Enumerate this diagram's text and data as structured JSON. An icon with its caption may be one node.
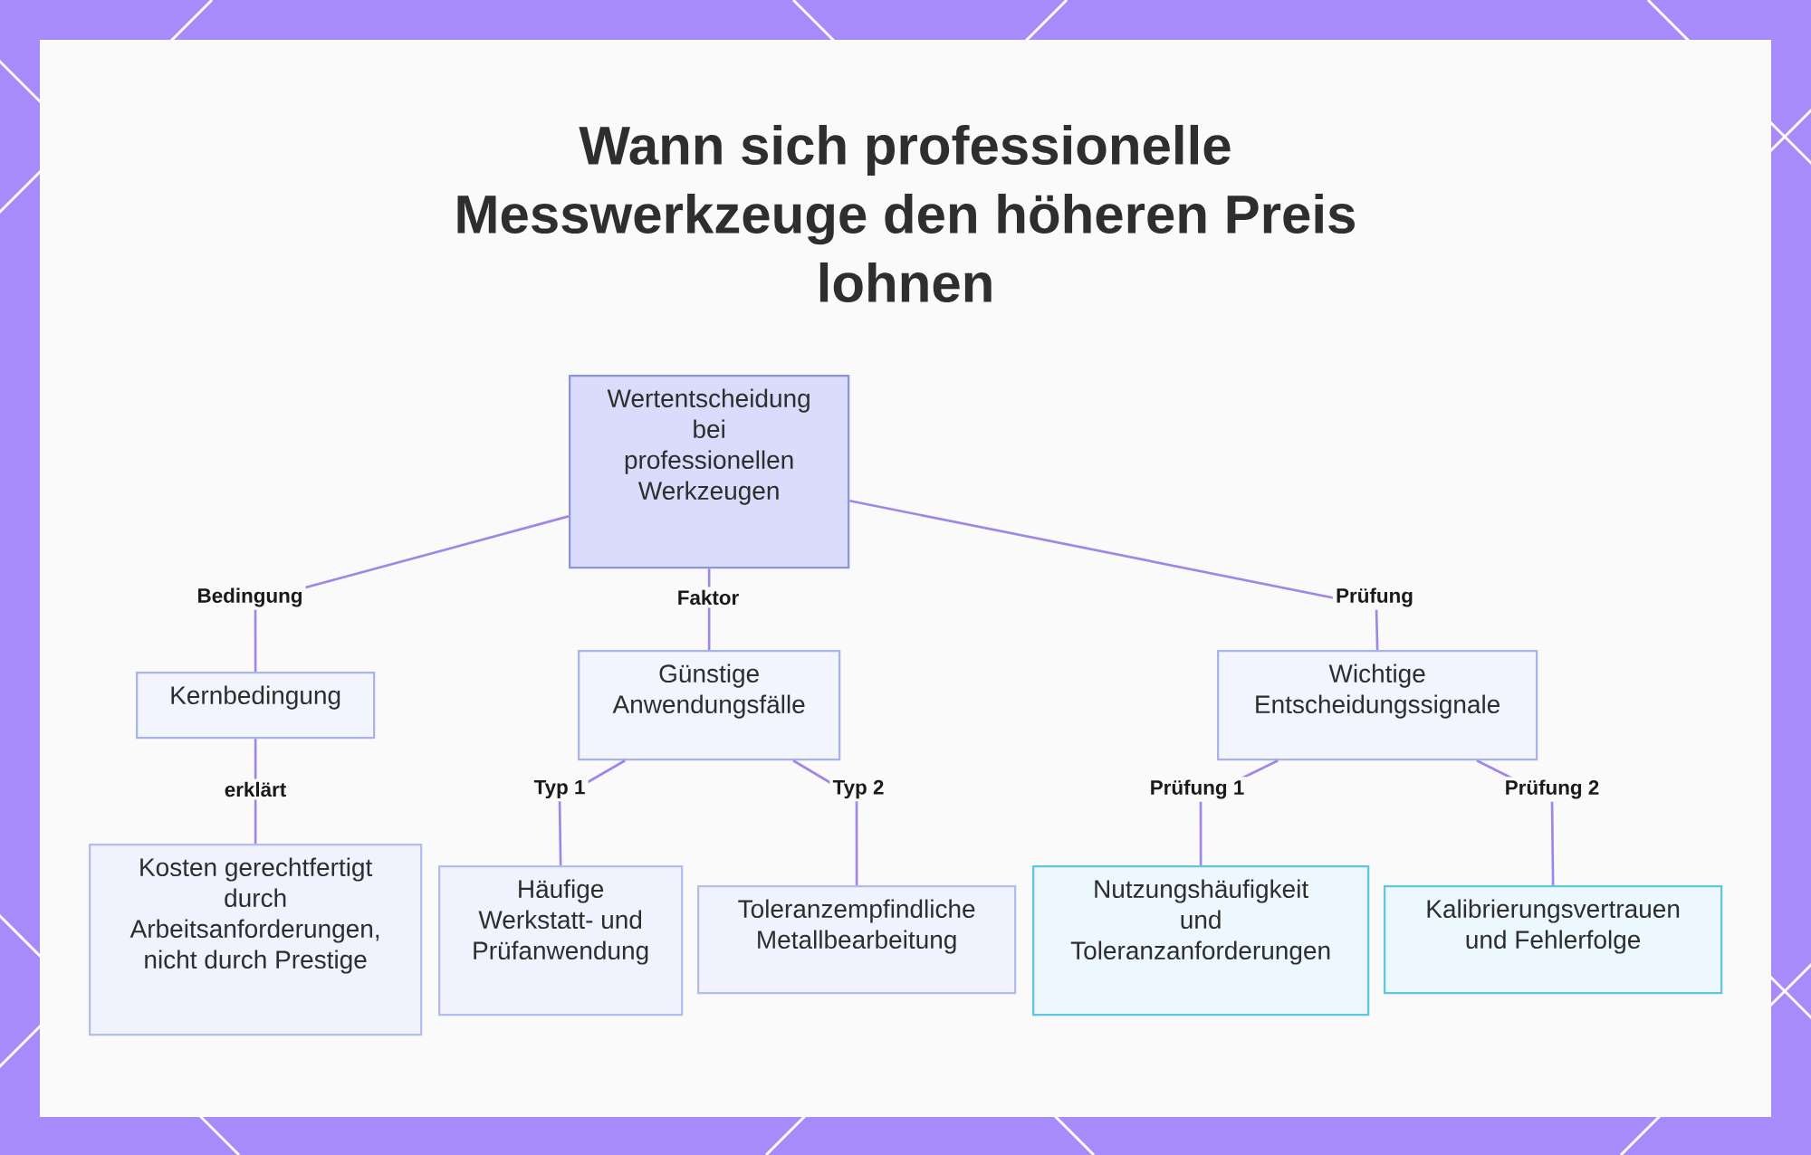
{
  "diagram": {
    "title": "Wann sich professionelle Messwerkzeuge den höheren Preis lohnen",
    "nodes": [
      {
        "text": [
          "Wertentscheidung bei professionellen Werkzeugen"
        ]
      },
      {
        "text": [
          "Kernbedingung"
        ]
      },
      {
        "text": [
          "Günstige Anwendungsfälle"
        ]
      },
      {
        "text": [
          "Wichtige Entscheidungssignale"
        ]
      },
      {
        "text": [
          "Kosten gerechtfertigt durch Arbeitsanforderungen, nicht durch Prestige"
        ]
      },
      {
        "text": [
          "Häufige Werkstatt- und Prüfanwendung"
        ]
      },
      {
        "text": [
          "Toleranzempfindliche Metallbearbeitung"
        ]
      },
      {
        "text": [
          "Nutzungshäufigkeit und Toleranzanforderungen"
        ]
      },
      {
        "text": [
          "Kalibrierungsvertrauen und Fehlerfolge"
        ]
      }
    ],
    "edges": [
      {
        "from": 0,
        "to": 1,
        "arrow": "none",
        "label": "Bedingung"
      },
      {
        "from": 0,
        "to": 2,
        "arrow": "none",
        "label": "Faktor"
      },
      {
        "from": 0,
        "to": 3,
        "arrow": "none",
        "label": "Prüfung"
      },
      {
        "from": 1,
        "to": 4,
        "arrow": "none",
        "label": "erklärt"
      },
      {
        "from": 2,
        "to": 5,
        "arrow": "none",
        "label": "Typ 1"
      },
      {
        "from": 2,
        "to": 6,
        "arrow": "none",
        "label": "Typ 2"
      },
      {
        "from": 3,
        "to": 7,
        "arrow": "none",
        "label": "Prüfung 1"
      },
      {
        "from": 3,
        "to": 8,
        "arrow": "none",
        "label": "Prüfung 2"
      }
    ]
  }
}
